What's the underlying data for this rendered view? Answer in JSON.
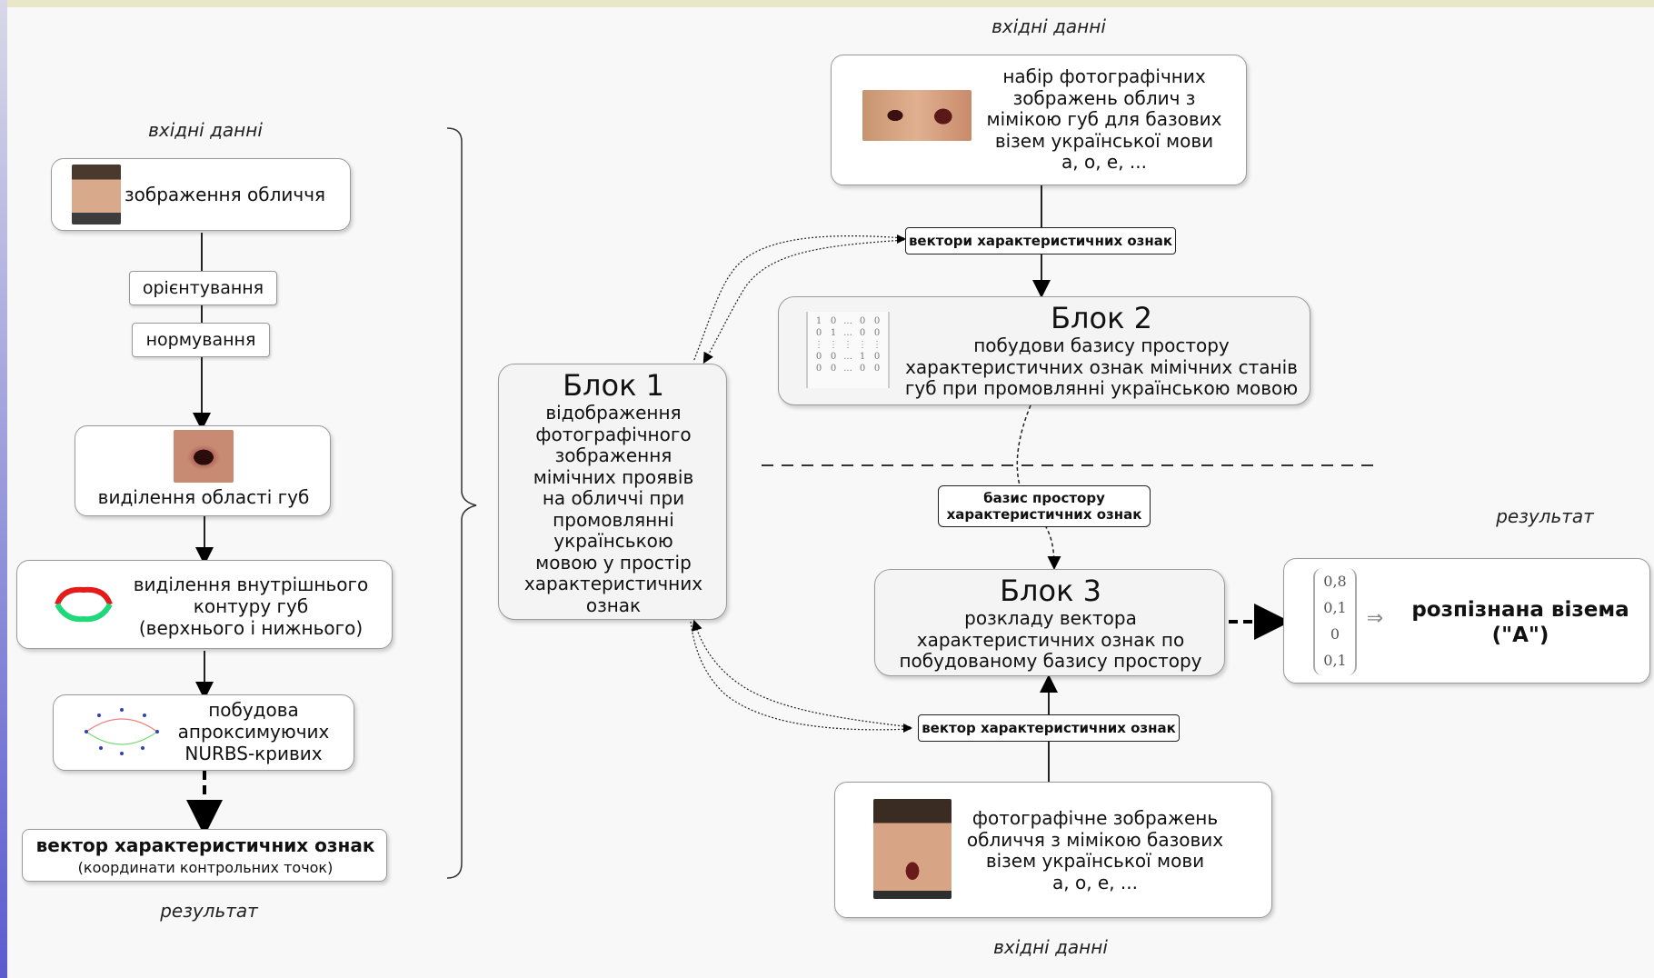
{
  "left": {
    "input_label": "вхідні данні",
    "face_box": "зображення обличчя",
    "step_orient": "орієнтування",
    "step_norm": "нормування",
    "lips_box": "виділення області губ",
    "contour_box": [
      "виділення внутрішнього",
      "контуру губ",
      "(верхнього і нижнього)"
    ],
    "nurbs_box": [
      "побудова",
      "апроксимуючих",
      "NURBS-кривих"
    ],
    "vector_title": "вектор характеристичних ознак",
    "vector_sub": "(координати контрольних точок)",
    "result_label": "результат"
  },
  "block1": {
    "title": "Блок 1",
    "text": [
      "відображення",
      "фотографічного",
      "зображення",
      "мімічних проявів",
      "на обличчі при",
      "промовлянні",
      "українською",
      "мовою у простір",
      "характеристичних",
      "ознак"
    ]
  },
  "top": {
    "input_label": "вхідні данні",
    "photos_box": [
      "набір фотографічних",
      "зображень облич з",
      "мімікою губ для базових",
      "візем української мови",
      "а, о, е, ..."
    ],
    "vectors_tag": "вектори характеристичних ознак"
  },
  "block2": {
    "title": "Блок 2",
    "text": [
      "побудови базису простору",
      "характеристичних ознак мімічних станів",
      "губ при промовлянні українською мовою"
    ],
    "matrix": [
      [
        "1",
        "0",
        "...",
        "0",
        "0"
      ],
      [
        "0",
        "1",
        "...",
        "0",
        "0"
      ],
      [
        "⋮",
        "⋮",
        "⋮",
        "⋮",
        "⋮"
      ],
      [
        "0",
        "0",
        "...",
        "1",
        "0"
      ],
      [
        "0",
        "0",
        "...",
        "0",
        "0"
      ]
    ]
  },
  "basis_tag": [
    "базис простору",
    "характеристичних ознак"
  ],
  "block3": {
    "title": "Блок 3",
    "text": [
      "розкладу вектора",
      "характеристичних ознак по",
      "побудованому базису простору"
    ]
  },
  "result": {
    "label": "результат",
    "vector": [
      "0,8",
      "0,1",
      "0",
      "0,1"
    ],
    "arrow": "⇒",
    "text": [
      "розпізнана візема",
      "(\"А\")"
    ]
  },
  "bottom": {
    "vector_tag": "вектор характеристичних ознак",
    "photo_box": [
      "фотографічне зображень",
      "обличчя з мімікою базових",
      "візем української мови",
      "а, о, е, ..."
    ],
    "input_label": "вхідні данні"
  }
}
